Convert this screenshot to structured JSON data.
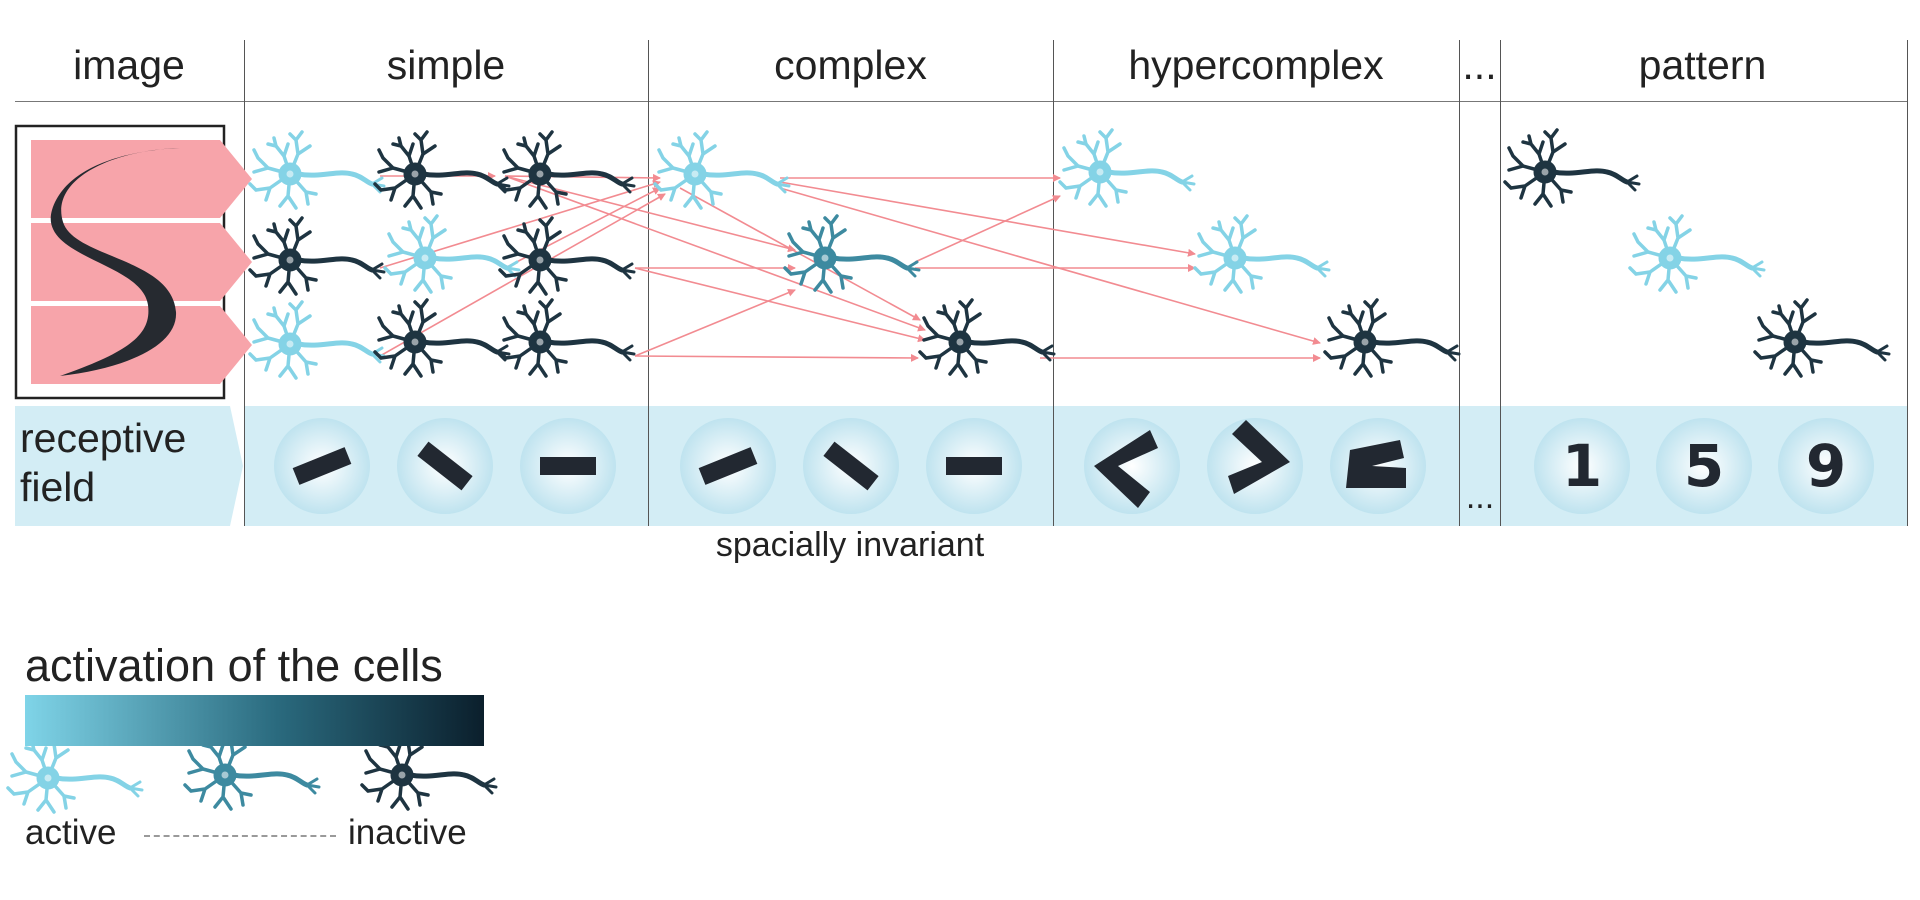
{
  "headers": {
    "image": "image",
    "simple": "simple",
    "complex": "complex",
    "hypercomplex": "hypercomplex",
    "ellipsis": "...",
    "pattern": "pattern"
  },
  "receptive_field": {
    "line1": "receptive",
    "line2": "field"
  },
  "band_ellipsis": "...",
  "caption": "spacially invariant",
  "pattern_digits": [
    "1",
    "5",
    "9"
  ],
  "legend": {
    "title": "activation of the cells",
    "active_label": "active",
    "inactive_label": "inactive",
    "active_color": "#7fd4e8",
    "mid_color": "#2a6a7e",
    "inactive_color": "#0b1f2c"
  },
  "colors": {
    "arrow": "#f28b91",
    "image_arrow": "#f7a4aa",
    "band": "#d3edf5",
    "stroke_dark": "#222831"
  }
}
